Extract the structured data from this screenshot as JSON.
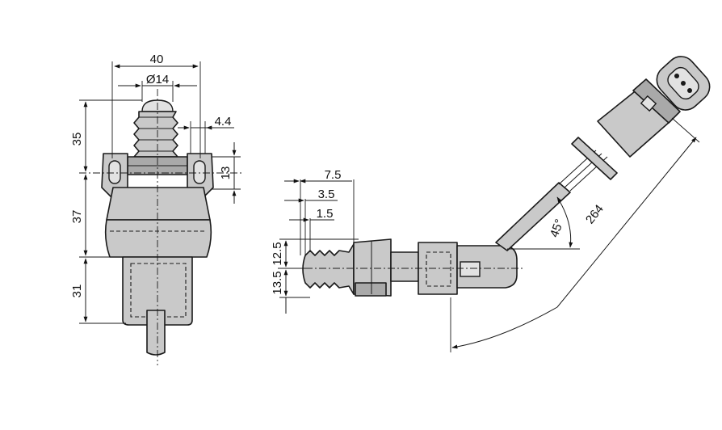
{
  "dimensions": {
    "overall_width": "40",
    "tip_diameter": "Ø14",
    "lug_thickness": "4.4",
    "lug_height": "13",
    "upper_height": "35",
    "body_height": "37",
    "lower_height": "31",
    "offset_a": "7.5",
    "offset_b": "3.5",
    "offset_c": "1.5",
    "height_a": "12.5",
    "height_b": "13.5",
    "angle": "45°",
    "cable_length": "264"
  }
}
